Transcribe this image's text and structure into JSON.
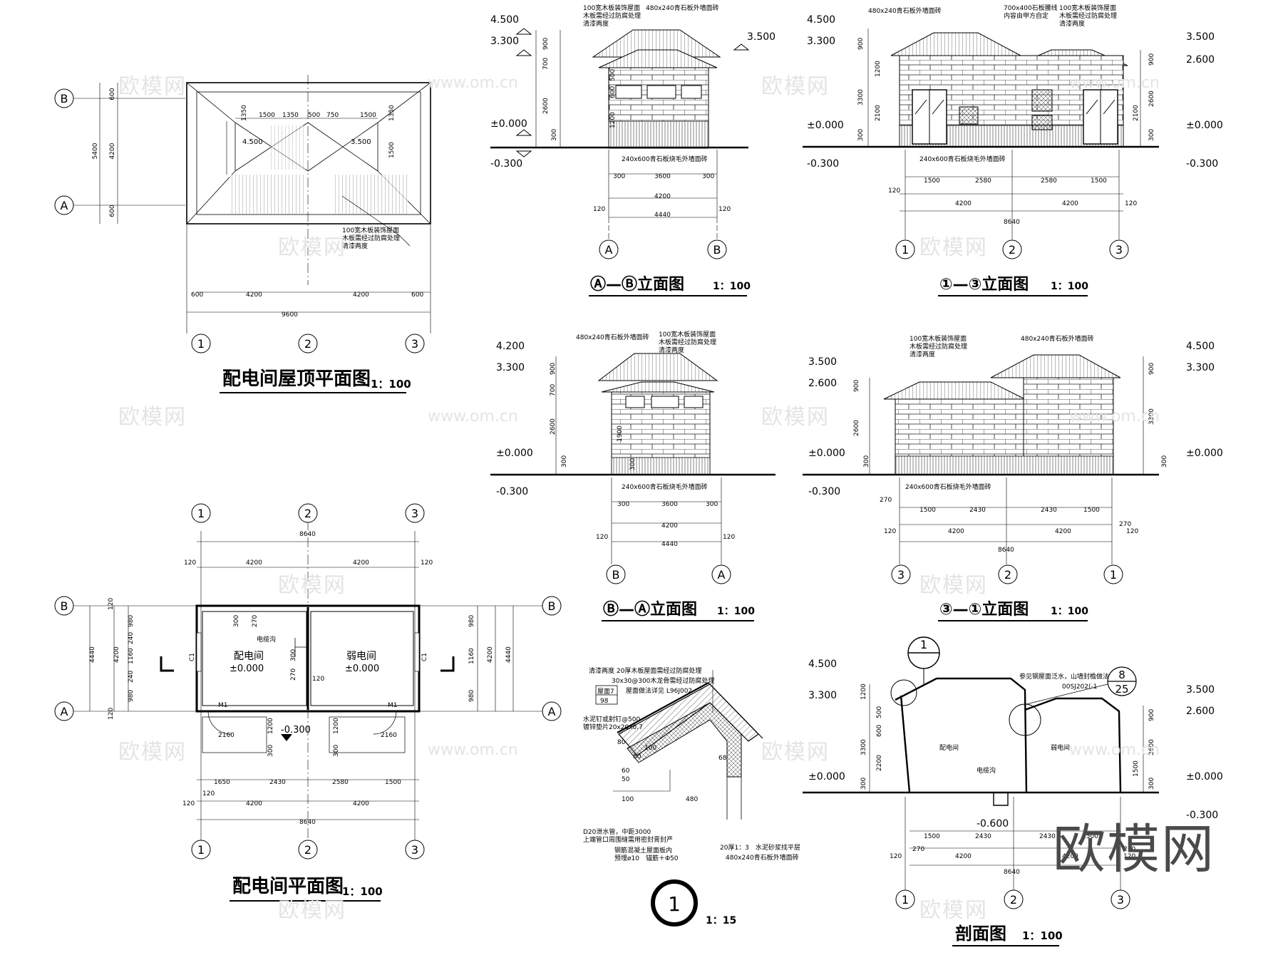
{
  "watermark": {
    "brand": "欧模网",
    "url": "www.om.cn"
  },
  "roof_plan": {
    "title": "配电间屋顶平面图",
    "scale": "1：100",
    "dims_v": [
      "600",
      "4200",
      "600",
      "5400"
    ],
    "dims_top": [
      "1500",
      "1350",
      "500",
      "750",
      "1500",
      "1350",
      "1350",
      "1500"
    ],
    "dims_bottom": [
      "600",
      "4200",
      "4200",
      "600",
      "9600"
    ],
    "levels": [
      "4.500",
      "3.500"
    ],
    "note": [
      "100宽木板装饰屋面",
      "木板需经过防腐处理",
      "清漆两度"
    ],
    "axes_row": [
      "B",
      "A"
    ],
    "axes_col": [
      "1",
      "2",
      "3"
    ]
  },
  "floor_plan": {
    "title": "配电间平面图",
    "scale": "1：100",
    "rooms": [
      {
        "name": "配电间",
        "level": "±0.000"
      },
      {
        "name": "弱电间",
        "level": "±0.000"
      }
    ],
    "cable_trench": "电缆沟",
    "door": "M1",
    "window": "C1",
    "outside_level": "-0.300",
    "dims_top": [
      "8640",
      "120",
      "4200",
      "4200",
      "120"
    ],
    "dims_bottom": [
      "1650",
      "2430",
      "2580",
      "1500",
      "120",
      "4200",
      "4200",
      "120",
      "8640"
    ],
    "dims_side": [
      "120",
      "980",
      "240",
      "1160",
      "240",
      "980",
      "120",
      "4200",
      "4440"
    ],
    "small_dims": [
      "300",
      "270",
      "300",
      "270",
      "120",
      "2160",
      "2160",
      "1200",
      "300",
      "1200",
      "300"
    ],
    "axes_row": [
      "B",
      "A"
    ],
    "axes_col": [
      "1",
      "2",
      "3"
    ]
  },
  "elev_ab": {
    "title": "Ⓐ—Ⓑ立面图",
    "scale": "1：100",
    "levels": [
      "4.500",
      "3.300",
      "3.500",
      "±0.000",
      "-0.300"
    ],
    "notes": [
      "100宽木板装饰屋面",
      "木板需经过防腐处理",
      "清漆两度",
      "480x240青石板外墙面砖",
      "240x600青石板烧毛外墙面砖"
    ],
    "dims_v": [
      "900",
      "700",
      "2600",
      "300",
      "500",
      "600",
      "1200"
    ],
    "dims_h": [
      "300",
      "3600",
      "300",
      "4200",
      "120",
      "120",
      "4440"
    ],
    "axes": [
      "A",
      "B"
    ]
  },
  "elev_13": {
    "title": "①—③立面图",
    "scale": "1：100",
    "levels": [
      "4.500",
      "3.300",
      "3.500",
      "2.600",
      "±0.000",
      "±0.000",
      "-0.300",
      "-0.300"
    ],
    "notes": [
      "480x240青石板外墙面砖",
      "700x400石板腰线",
      "内容由甲方自定",
      "100宽木板装饰屋面",
      "木板需经过防腐处理",
      "清漆两度",
      "240x600青石板烧毛外墙面砖"
    ],
    "dims_v": [
      "900",
      "1200",
      "3300",
      "2100",
      "300",
      "900",
      "2600",
      "2100",
      "300"
    ],
    "dims_h": [
      "1500",
      "2580",
      "2580",
      "1500",
      "120",
      "4200",
      "4200",
      "120",
      "8640"
    ],
    "axes": [
      "1",
      "2",
      "3"
    ]
  },
  "elev_ba": {
    "title": "Ⓑ—Ⓐ立面图",
    "scale": "1：100",
    "levels": [
      "4.200",
      "3.300",
      "±0.000",
      "-0.300"
    ],
    "notes": [
      "480x240青石板外墙面砖",
      "100宽木板装饰屋面",
      "木板需经过防腐处理",
      "清漆两度",
      "240x600青石板烧毛外墙面砖"
    ],
    "dims_v": [
      "900",
      "700",
      "2600",
      "300",
      "1900",
      "300"
    ],
    "dims_h": [
      "300",
      "3600",
      "300",
      "4200",
      "120",
      "120",
      "4440"
    ],
    "axes": [
      "B",
      "A"
    ]
  },
  "elev_31": {
    "title": "③—①立面图",
    "scale": "1：100",
    "levels": [
      "4.500",
      "3.300",
      "3.500",
      "2.600",
      "±0.000",
      "±0.000",
      "-0.300"
    ],
    "notes": [
      "100宽木板装饰屋面",
      "木板需经过防腐处理",
      "清漆两度",
      "480x240青石板外墙面砖",
      "240x600青石板烧毛外墙面砖"
    ],
    "dims_v": [
      "900",
      "2600",
      "300",
      "900",
      "3300",
      "300"
    ],
    "dims_h": [
      "270",
      "1500",
      "2430",
      "2430",
      "1500",
      "270",
      "120",
      "4200",
      "4200",
      "120",
      "8640"
    ],
    "axes": [
      "3",
      "2",
      "1"
    ]
  },
  "detail": {
    "title": "1",
    "scale": "1：15",
    "notes": [
      "清漆两度 20厚木板屋面需经过防腐处理",
      "30x30@300木龙骨需经过防腐处理",
      "屋面做法详见 L96J002",
      "屋面7",
      "98",
      "水泥钉或射钉@500",
      "镀锌垫片20x20x0.7",
      "D20泄水管，中距3000",
      "上端管口周围缝需用密封膏封严",
      "钢筋混凝土屋面板内",
      "预埋ø10　锚筋＋Φ50",
      "20厚1：3　水泥砂浆找平层",
      "480x240青石板外墙面砖"
    ],
    "dims": [
      "80",
      "100",
      "80",
      "60",
      "50",
      "100",
      "480",
      "68"
    ]
  },
  "section": {
    "title": "剖面图",
    "scale": "1：100",
    "marker_num": "1",
    "ref_top": "8",
    "ref_bottom": "25",
    "ref_note": [
      "参见钢屋面泛水，山墙封檐做法",
      "00SJ202(-1"
    ],
    "rooms": [
      "配电间",
      "弱电间"
    ],
    "cable_trench": "电缆沟",
    "levels": [
      "4.500",
      "3.300",
      "±0.000",
      "-0.600",
      "3.500",
      "2.600",
      "±0.000",
      "-0.300"
    ],
    "dims_v": [
      "1200",
      "500",
      "600",
      "3300",
      "2200",
      "300",
      "900",
      "2600",
      "1500",
      "300"
    ],
    "dims_h": [
      "1500",
      "2430",
      "2430",
      "1500",
      "270",
      "270",
      "120",
      "4200",
      "4200",
      "120",
      "8640"
    ],
    "axes": [
      "1",
      "2",
      "3"
    ]
  }
}
